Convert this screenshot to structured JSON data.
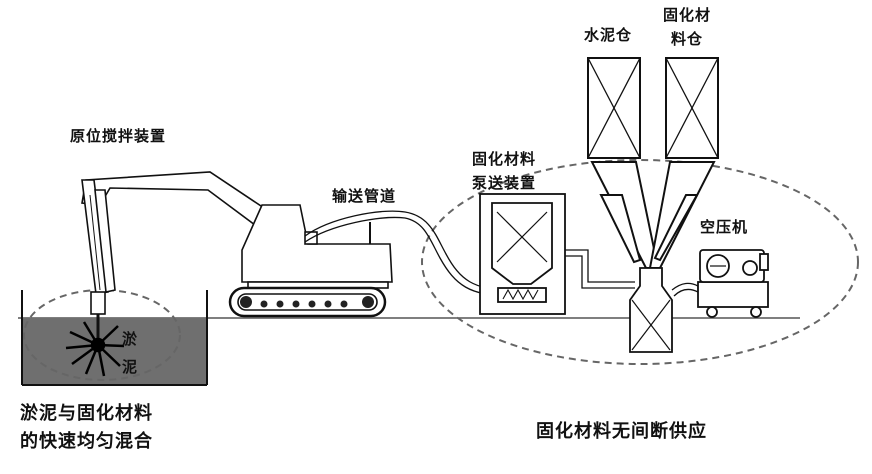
{
  "labels": {
    "in_situ_mixer": "原位搅拌装置",
    "delivery_pipe": "输送管道",
    "pump_device_line1": "固化材料",
    "pump_device_line2": "泵送装置",
    "cement_silo": "水泥仓",
    "material_silo_line1": "固化材",
    "material_silo_line2": "料仓",
    "air_compressor": "空压机",
    "sludge_line1": "淤",
    "sludge_line2": "泥"
  },
  "captions": {
    "mixing_line1": "淤泥与固化材料",
    "mixing_line2": "的快速均匀混合",
    "supply": "固化材料无间断供应"
  },
  "colors": {
    "ink": "#111111",
    "sludge": "#6f6f6f",
    "dash": "#666666"
  }
}
